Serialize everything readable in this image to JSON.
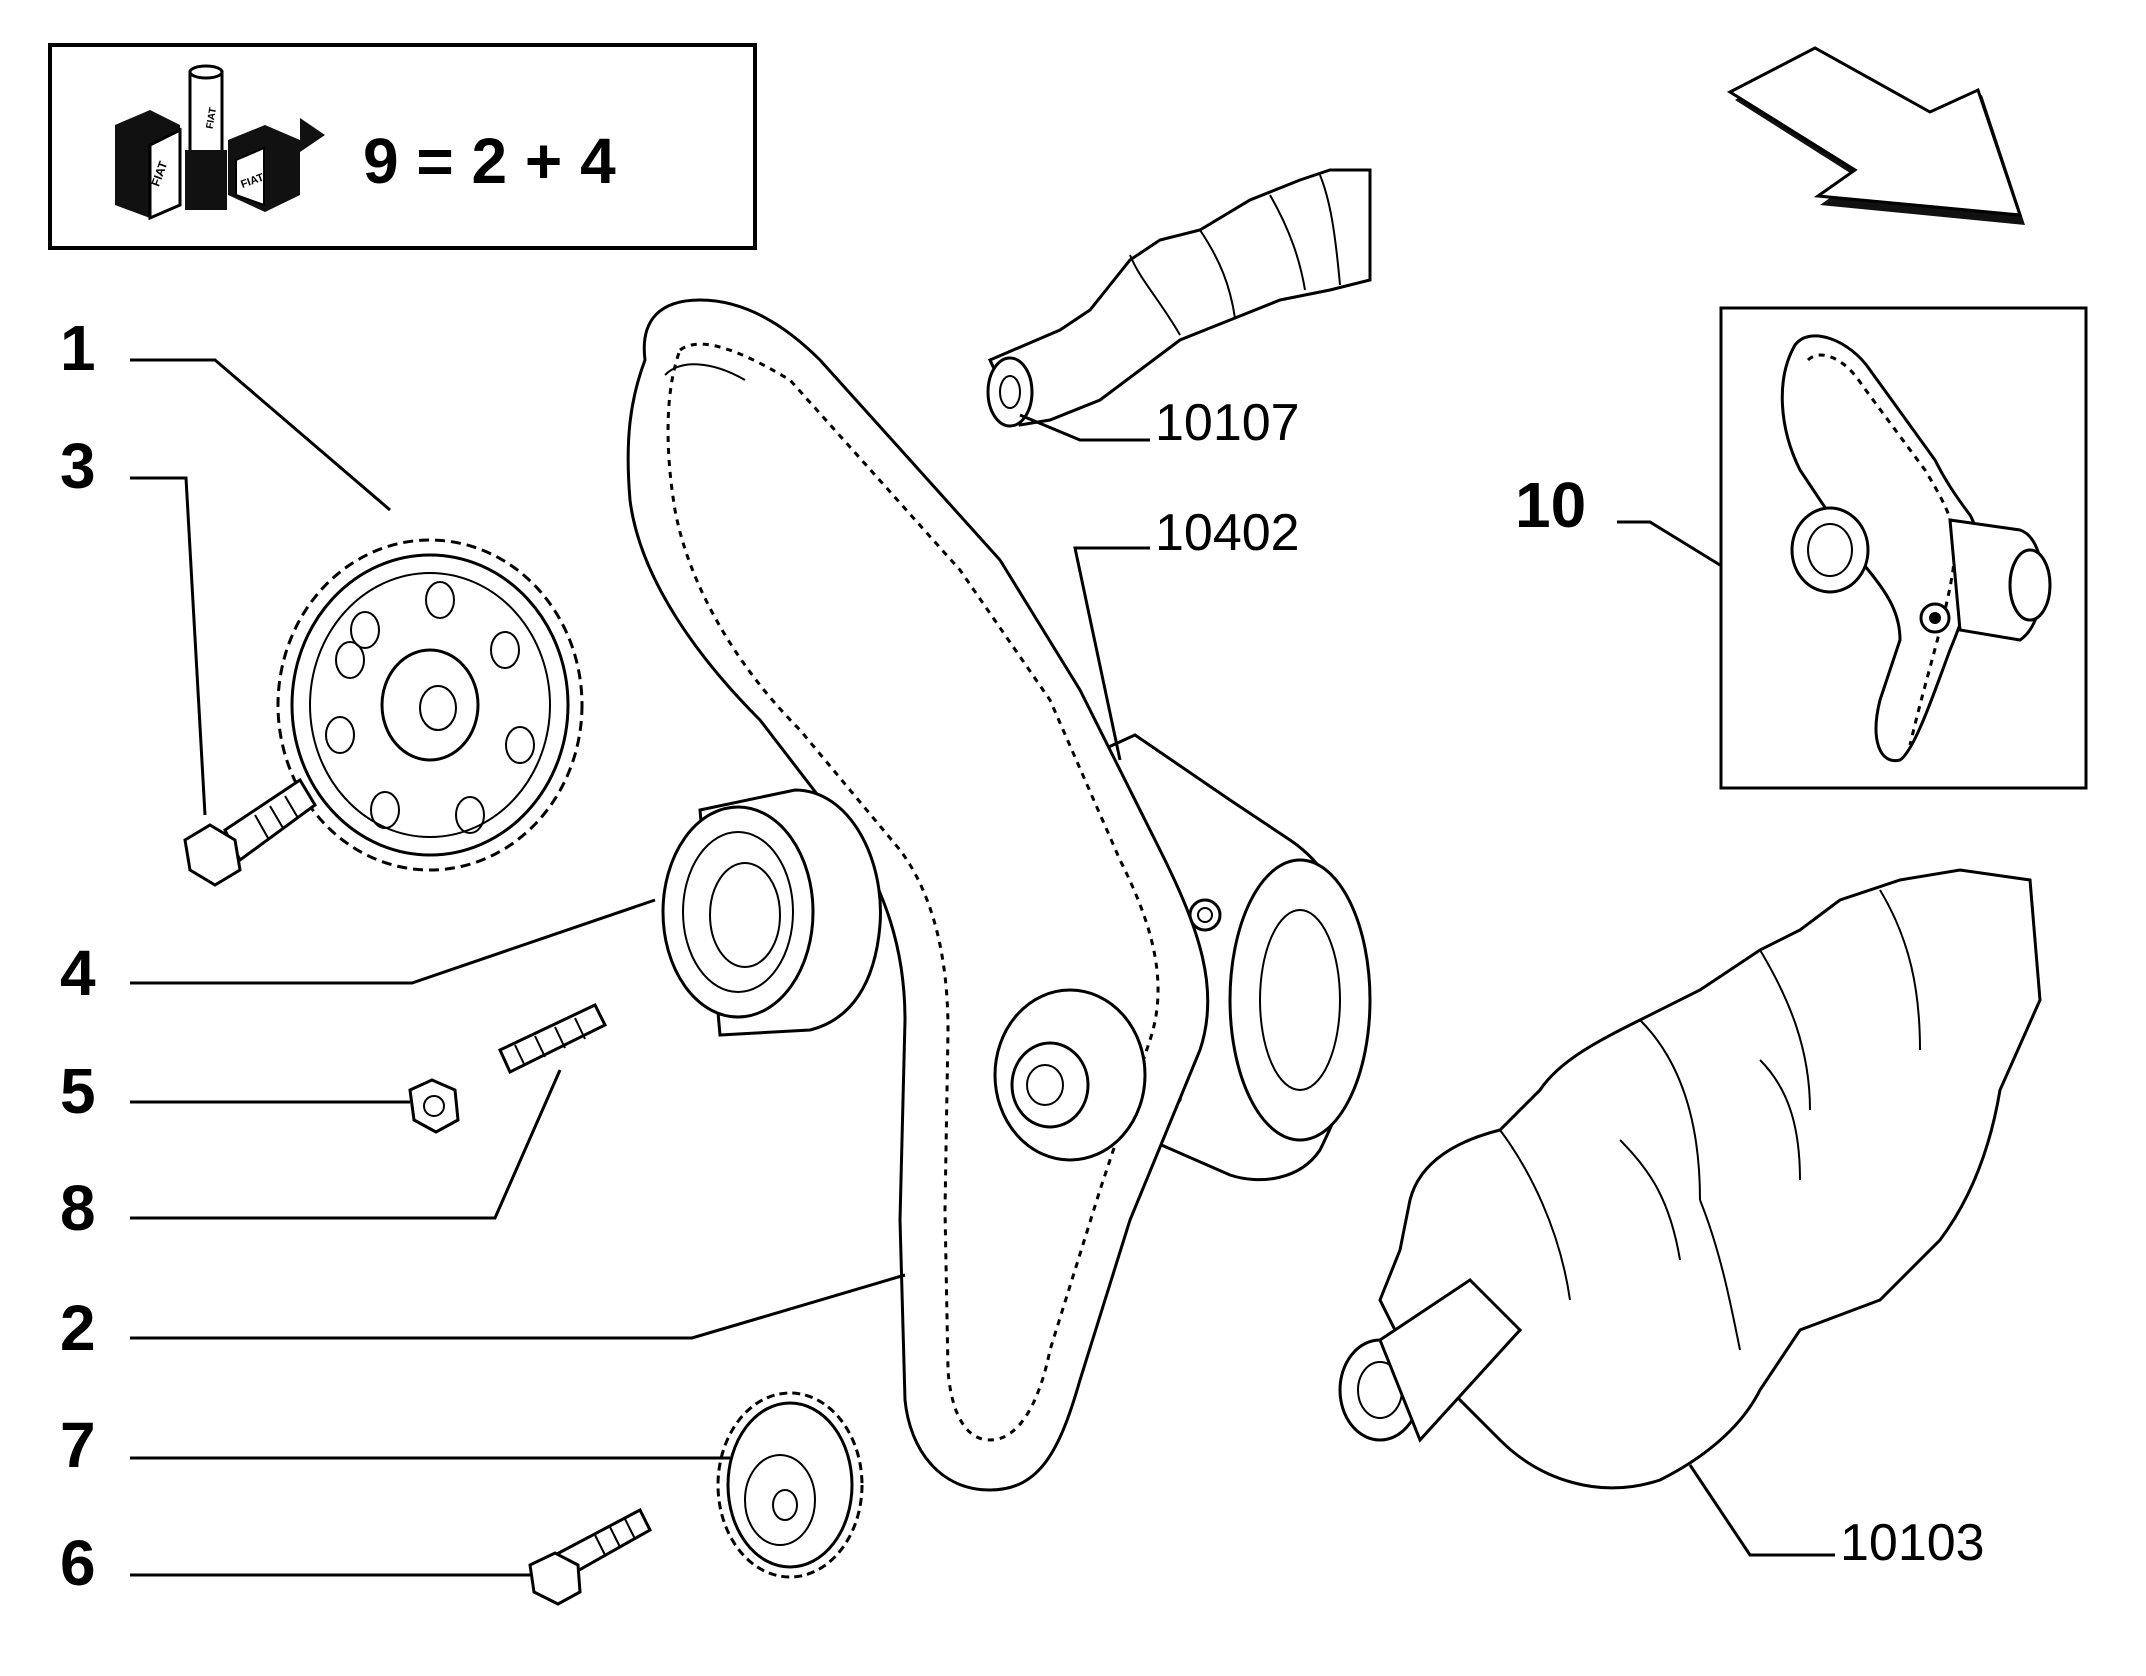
{
  "kit_box": {
    "logo_brand": "FIAT",
    "formula": "9 = 2 + 4"
  },
  "callouts": [
    {
      "id": "1",
      "label": "1"
    },
    {
      "id": "3",
      "label": "3"
    },
    {
      "id": "4",
      "label": "4"
    },
    {
      "id": "5",
      "label": "5"
    },
    {
      "id": "8",
      "label": "8"
    },
    {
      "id": "2",
      "label": "2"
    },
    {
      "id": "7",
      "label": "7"
    },
    {
      "id": "6",
      "label": "6"
    },
    {
      "id": "10",
      "label": "10"
    }
  ],
  "references": [
    {
      "id": "camshaft",
      "label": "10107"
    },
    {
      "id": "engine_cover",
      "label": "10402"
    },
    {
      "id": "crankshaft",
      "label": "10103"
    }
  ],
  "direction_arrow": {
    "icon": "direction-arrow-icon"
  },
  "colors": {
    "ink": "#000000",
    "paper": "#ffffff"
  }
}
